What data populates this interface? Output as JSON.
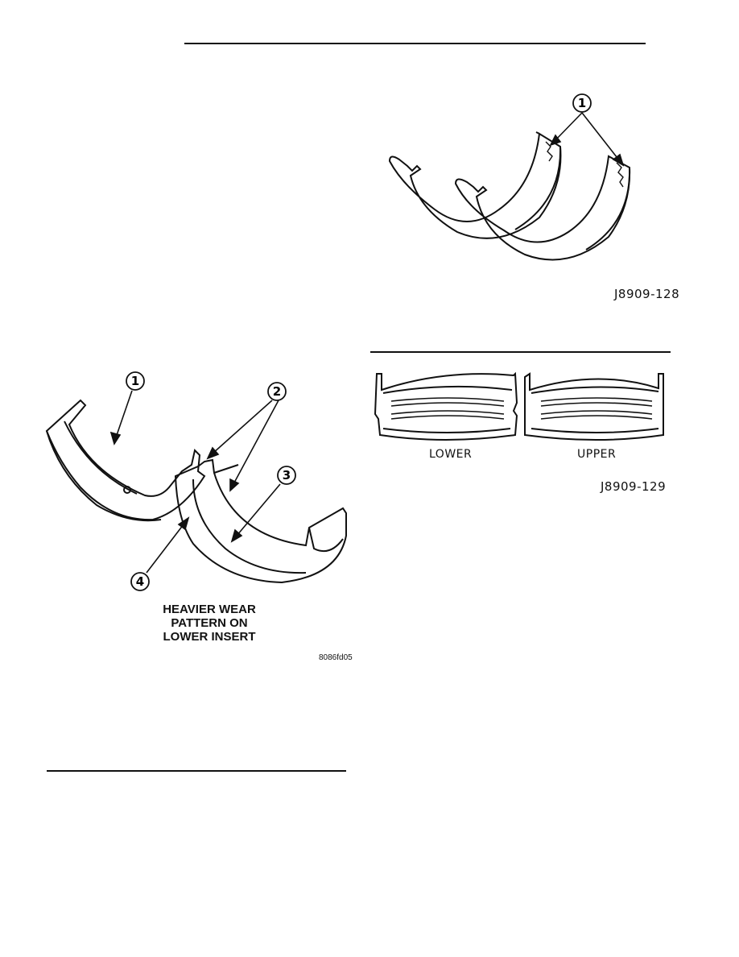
{
  "figures": {
    "worn_bearing": {
      "callouts": [
        "1"
      ],
      "code": "J8909-128"
    },
    "upper_lower_shells": {
      "lower_label": "LOWER",
      "upper_label": "UPPER",
      "code": "J8909-129"
    },
    "wear_pattern": {
      "callouts": [
        "1",
        "2",
        "3",
        "4"
      ],
      "caption": [
        "HEAVIER WEAR",
        "PATTERN ON",
        "LOWER INSERT"
      ],
      "code": "8086fd05"
    }
  }
}
